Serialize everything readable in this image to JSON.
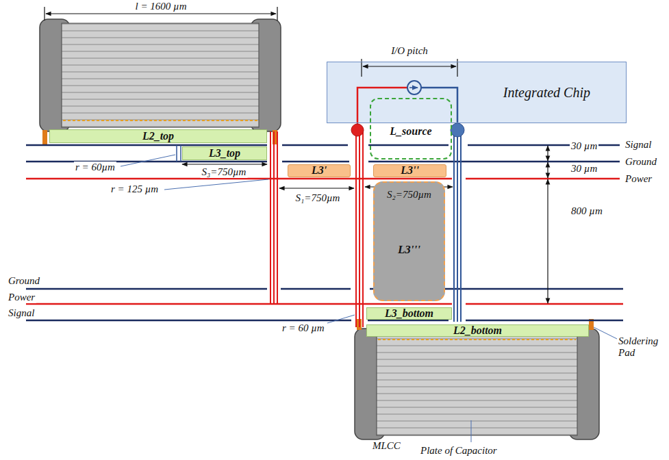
{
  "diagram": {
    "nodes": [
      {
        "text": [
          "L2_top"
        ]
      },
      {
        "text": [
          "L3_top"
        ]
      },
      {
        "text": [
          "Integrated Chip"
        ]
      },
      {
        "text": [
          "L_source"
        ]
      },
      {
        "text": [
          "L3'"
        ]
      },
      {
        "text": [
          "L3''"
        ]
      },
      {
        "text": [
          "S₂=750µm",
          "L3'''"
        ]
      },
      {
        "text": [
          "L3_bottom"
        ]
      },
      {
        "text": [
          "L2_bottom"
        ]
      }
    ],
    "labels": [
      "l = 1600 µm",
      "I/O pitch",
      "30 µm",
      "30 µm",
      "800 µm",
      "Signal",
      "Ground",
      "Power",
      "S₃=750µm",
      "r = 60µm",
      "r = 125 µm",
      "S₁=750µm",
      "Ground",
      "Power",
      "Signal",
      "r = 60 µm",
      "Soldering Pad",
      "MLCC",
      "Plate of Capacitor"
    ]
  }
}
